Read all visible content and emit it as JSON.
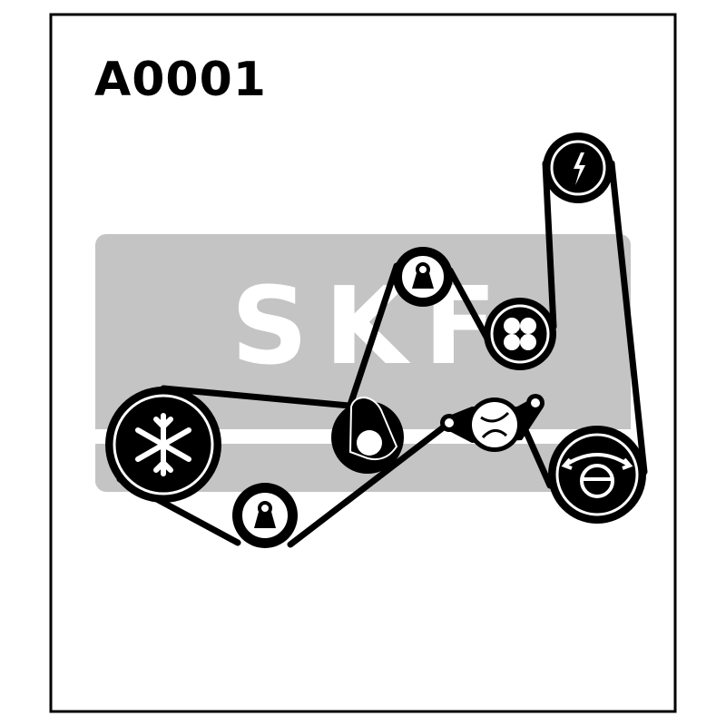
{
  "diagram": {
    "title": "A0001",
    "watermark_text": "SKF",
    "colors": {
      "belt": "#000000",
      "watermark": "#c4c4c4",
      "background": "#ffffff"
    },
    "pulleys": [
      {
        "id": "ac-compressor",
        "icon": "snowflake-icon"
      },
      {
        "id": "idler-lower",
        "icon": "idler-icon"
      },
      {
        "id": "tensioner",
        "icon": "tensioner-icon"
      },
      {
        "id": "idler-upper",
        "icon": "idler-icon"
      },
      {
        "id": "fan",
        "icon": "fan-icon"
      },
      {
        "id": "alternator",
        "icon": "lightning-icon"
      },
      {
        "id": "water-pump",
        "icon": "water-pump-icon"
      },
      {
        "id": "power-steering",
        "icon": "steering-wheel-icon"
      }
    ]
  }
}
